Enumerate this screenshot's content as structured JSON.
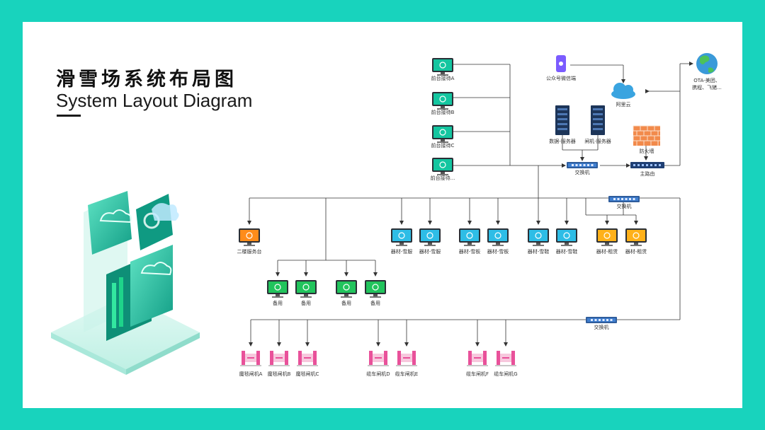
{
  "title": {
    "cn": "滑雪场系统布局图",
    "en": "System Layout Diagram"
  },
  "colors": {
    "background": "#18d3bd",
    "card": "#ffffff",
    "monitor_frontdesk": "#14c6a0",
    "monitor_service": "#ff8c1a",
    "monitor_rental": "#2ebde6",
    "monitor_backup": "#21c45c",
    "monitor_goods": "#ffb11a",
    "gate": "#e9519a",
    "firewall": "#f28a4b",
    "cloud": "#3aa4e0",
    "server": "#1d3559",
    "line": "#333333"
  },
  "nodes": {
    "frontdesk": [
      "前台接待A",
      "前台接待B",
      "前台接待C",
      "前台接待..."
    ],
    "wechat": "公众号微信端",
    "aliyun": "阿里云",
    "ota": [
      "OTA-美团、",
      "携程、飞猪..."
    ],
    "data_server": "数据-服务器",
    "gate_server": "闸机-服务器",
    "firewall": "防火墙",
    "switch_main": "交换机",
    "router": "主路由",
    "switch_goods": "交换机",
    "second_floor": "二楼服务台",
    "rental": [
      "器材-雪服",
      "器材-雪服",
      "器材-雪板",
      "器材-雪板",
      "器材-雪鞋",
      "器材-雪鞋"
    ],
    "goods": [
      "器材-租赁",
      "器材-租赁"
    ],
    "backup": [
      "备用",
      "备用",
      "备用",
      "备用"
    ],
    "switch_gates": "交换机",
    "gates": [
      "魔毯闸机A",
      "魔毯闸机B",
      "魔毯闸机C",
      "缆车闸机D",
      "缆车闸机E",
      "缆车闸机F",
      "缆车闸机G"
    ]
  }
}
